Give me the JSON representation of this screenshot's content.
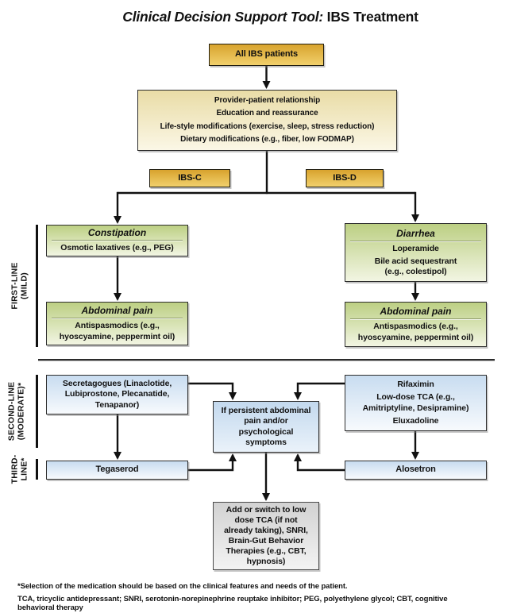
{
  "title": {
    "prefix": "Clinical Decision Support Tool:",
    "suffix": " IBS Treatment"
  },
  "colors": {
    "gold_top": "#d8a32e",
    "gold_bottom": "#f1d06c",
    "cream_top": "#e9dca6",
    "cream_bottom": "#fbf7e6",
    "green_top": "#bccf83",
    "green_bottom": "#f2f5e3",
    "blue_top": "#c8dcf0",
    "blue_bottom": "#f7fafd",
    "center_blue_top": "#c3d9ee",
    "center_blue_bottom": "#eaf2fa",
    "gray_top": "#d2d2d2",
    "gray_bottom": "#f3f3f3",
    "line": "#111111"
  },
  "flow": {
    "all_patients": {
      "label": "All IBS patients"
    },
    "foundation": {
      "lines": [
        "Provider-patient relationship",
        "Education and reassurance",
        "Life-style modifications (exercise, sleep, stress reduction)",
        "Dietary modifications (e.g., fiber, low FODMAP)"
      ]
    },
    "ibs_c": {
      "label": "IBS-C"
    },
    "ibs_d": {
      "label": "IBS-D"
    },
    "constipation": {
      "header": "Constipation",
      "items": [
        "Osmotic laxatives (e.g., PEG)"
      ]
    },
    "diarrhea": {
      "header": "Diarrhea",
      "items": [
        "Loperamide",
        "Bile acid sequestrant\n(e.g., colestipol)"
      ]
    },
    "abdominal_pain_c": {
      "header": "Abdominal pain",
      "items": [
        "Antispasmodics (e.g.,\nhyoscyamine, peppermint oil)"
      ]
    },
    "abdominal_pain_d": {
      "header": "Abdominal pain",
      "items": [
        "Antispasmodics (e.g.,\nhyoscyamine, peppermint oil)"
      ]
    },
    "secretagogues": {
      "label": "Secretagogues (Linaclotide,\nLubiprostone, Plecanatide,\nTenapanor)"
    },
    "ibsd_moderate": {
      "items": [
        "Rifaximin",
        "Low-dose TCA (e.g.,\nAmitriptyline, Desipramine)",
        "Eluxadoline"
      ]
    },
    "persistent_symptoms": {
      "label": "If persistent abdominal\npain and/or\npsychological\nsymptoms"
    },
    "tegaserod": {
      "label": "Tegaserod"
    },
    "alosetron": {
      "label": "Alosetron"
    },
    "escalation": {
      "label": "Add or switch to low\ndose TCA (if not\nalready taking), SNRI,\nBrain-Gut Behavior\nTherapies (e.g., CBT,\nhypnosis)"
    }
  },
  "brackets": {
    "first_line": {
      "label": "FIRST-LINE\n(MILD)"
    },
    "second_line": {
      "label": "SECOND-LINE\n(MODERATE)*"
    },
    "third_line": {
      "label": "THIRD-\nLINE*"
    }
  },
  "footnotes": {
    "selection": "*Selection of the medication should be based on the clinical features and needs of the patient.",
    "abbreviations": "TCA, tricyclic antidepressant; SNRI, serotonin-norepinephrine reuptake inhibitor; PEG, polyethylene glycol; CBT, cognitive\nbehavioral therapy"
  }
}
